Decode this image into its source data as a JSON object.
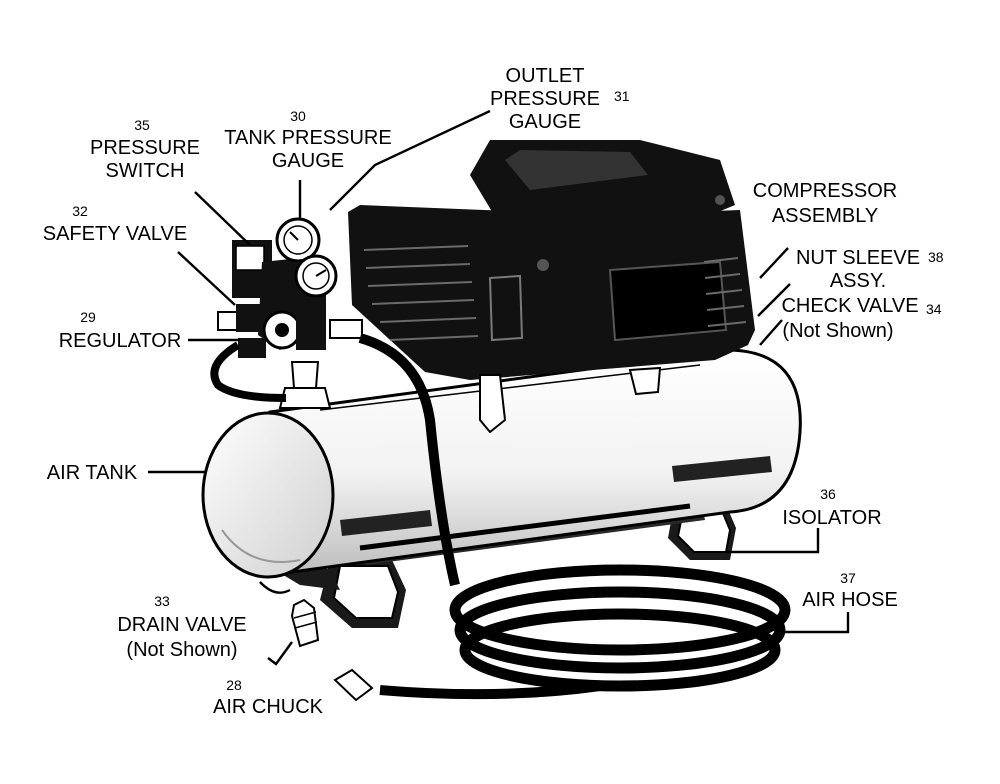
{
  "colors": {
    "ink": "#000000",
    "paper": "#ffffff",
    "metal": "#e6e6e6"
  },
  "labels": {
    "outlet_gauge": {
      "number": "31",
      "lines": [
        "OUTLET",
        "PRESSURE",
        "GAUGE"
      ]
    },
    "tank_gauge": {
      "number": "30",
      "lines": [
        "TANK PRESSURE",
        "GAUGE"
      ]
    },
    "pressure_switch": {
      "number": "35",
      "lines": [
        "PRESSURE",
        "SWITCH"
      ]
    },
    "safety_valve": {
      "number": "32",
      "lines": [
        "SAFETY VALVE"
      ]
    },
    "regulator": {
      "number": "29",
      "lines": [
        "REGULATOR"
      ]
    },
    "air_tank": {
      "lines": [
        "AIR TANK"
      ]
    },
    "drain_valve": {
      "number": "33",
      "lines": [
        "DRAIN VALVE",
        "(Not Shown)"
      ]
    },
    "air_chuck": {
      "number": "28",
      "lines": [
        "AIR CHUCK"
      ]
    },
    "compressor": {
      "lines": [
        "COMPRESSOR",
        "ASSEMBLY"
      ]
    },
    "nut_sleeve": {
      "number": "38",
      "lines": [
        "NUT SLEEVE",
        "ASSY."
      ]
    },
    "check_valve": {
      "number": "34",
      "lines": [
        "CHECK VALVE",
        "(Not Shown)"
      ]
    },
    "isolator": {
      "number": "36",
      "lines": [
        "ISOLATOR"
      ]
    },
    "air_hose": {
      "number": "37",
      "lines": [
        "AIR HOSE"
      ]
    }
  }
}
